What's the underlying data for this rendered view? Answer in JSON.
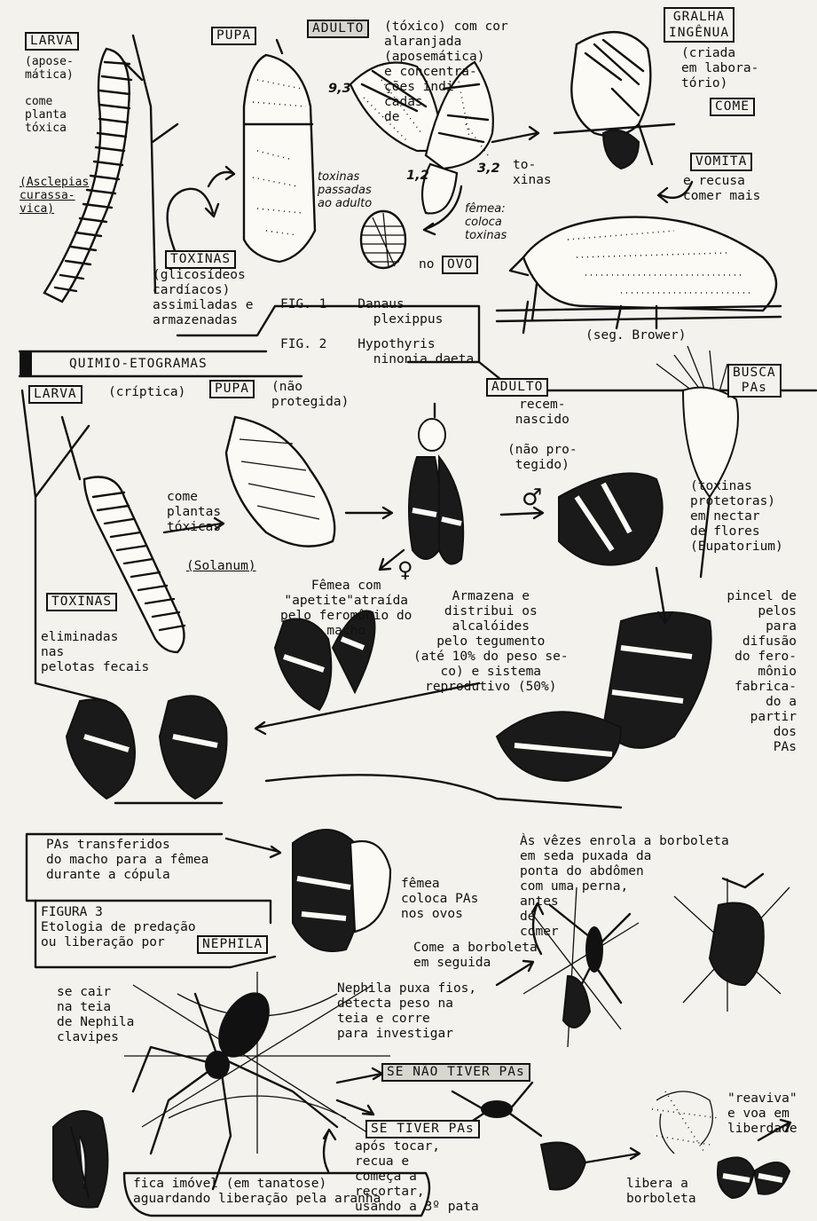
{
  "fig1": {
    "larva_label": "LARVA",
    "larva_desc": "(apose-\nmática)\n\ncome\nplanta\ntóxica",
    "larva_plant": "(Asclepias\ncurassa-\nvica)",
    "pupa_label": "PUPA",
    "adult_label": "ADULTO",
    "adult_desc": "(tóxico) com cor\nalaranjada\n(aposemática)\ne concentra-\nções indi-\ncadas\nde",
    "adult_toxins_word": "to-\nxinas",
    "val_93": "9,3",
    "val_12": "1,2",
    "val_32": "3,2",
    "toxins_to_adult": "toxinas\npassadas\nao adulto",
    "female_note": "fêmea:\ncoloca\ntoxinas",
    "no": "no",
    "ovo_label": "OVO",
    "toxins_label": "TOXINAS",
    "toxins_desc": "(glicosídeos\ncardíacos)\nassimiladas e\narmazenadas",
    "bird_label": "GRALHA\nINGÊNUA",
    "bird_desc": "(criada\nem labora-\ntório)",
    "come_label": "COME",
    "vomita_label": "VOMITA",
    "vomita_desc": "e recusa\ncomer mais",
    "source": "(seg. Brower)",
    "title": "FIG. 1    Danaus\n            plexippus"
  },
  "fig2": {
    "title": "FIG. 2    Hypothyris\n            ninonia daeta",
    "banner": "QUIMIO-ETOGRAMAS",
    "larva_label": "LARVA",
    "larva_desc": "(críptica)",
    "pupa_label": "PUPA",
    "pupa_desc": "(não\nprotegida)",
    "adult_label": "ADULTO",
    "adult_desc": "recem-\nnascido\n\n(não pro-\ntegido)",
    "eats": "come\nplantas\ntóxicas",
    "solanum": "(Solanum)",
    "toxins_label": "TOXINAS",
    "toxins_desc": "eliminadas\nnas\npelotas fecais",
    "male_symbol": "♂",
    "female_symbol": "♀",
    "female_desc": "Fêmea com\n\"apetite\"atraída\npelo feromônio do\nmacho",
    "busca_label": "BUSCA\nPAs",
    "nectar_desc": "(toxinas\nprotetoras)\nem nectar\nde flores\n(Eupatorium)",
    "armazena_desc": "Armazena e\ndistribui os\nalcalóides\npelo tegumento\n(até 10% do peso se-\nco) e sistema\nreprodutivo (50%)",
    "pincel_desc": "pincel de\npelos\npara\ndifusão\ndo fero-\nmônio\nfabrica-\ndo a\npartir\ndos\nPAs",
    "pas_transfer": "PAs transferidos\ndo macho para a fêmea\ndurante a cópula",
    "female_eggs": "fêmea\ncoloca PAs\nnos ovos"
  },
  "fig3": {
    "title": "FIGURA 3\nEtologia de predação\nou liberação por",
    "nephila_label": "NEPHILA",
    "fall_desc": "se cair\nna teia\nde Nephila\nclavipes",
    "nephila_pulls": "Nephila puxa fios,\ndetecta peso na\nteia e corre\npara investigar",
    "sometimes_desc": "Às vêzes enrola a borboleta\nem seda puxada da\nponta do abdômen\ncom uma perna,\nantes\nde\ncomer",
    "eats_after": "Come a borboleta\nem seguida",
    "no_pas_label": "SE NÃO TIVER PAs",
    "has_pas_label": "SE TIVER PAs",
    "after_touch": "após tocar,\nrecua e\ncomeça a\nrecortar,\nusando a 3º pata",
    "immobile": "fica imóvel (em tanatose)\naguardando liberação pela aranha",
    "libera": "libera a\nborboleta",
    "revive": "\"reaviva\"\ne voa em\nliberdade"
  },
  "colors": {
    "ink": "#111111",
    "paper": "#f4f2ec"
  }
}
